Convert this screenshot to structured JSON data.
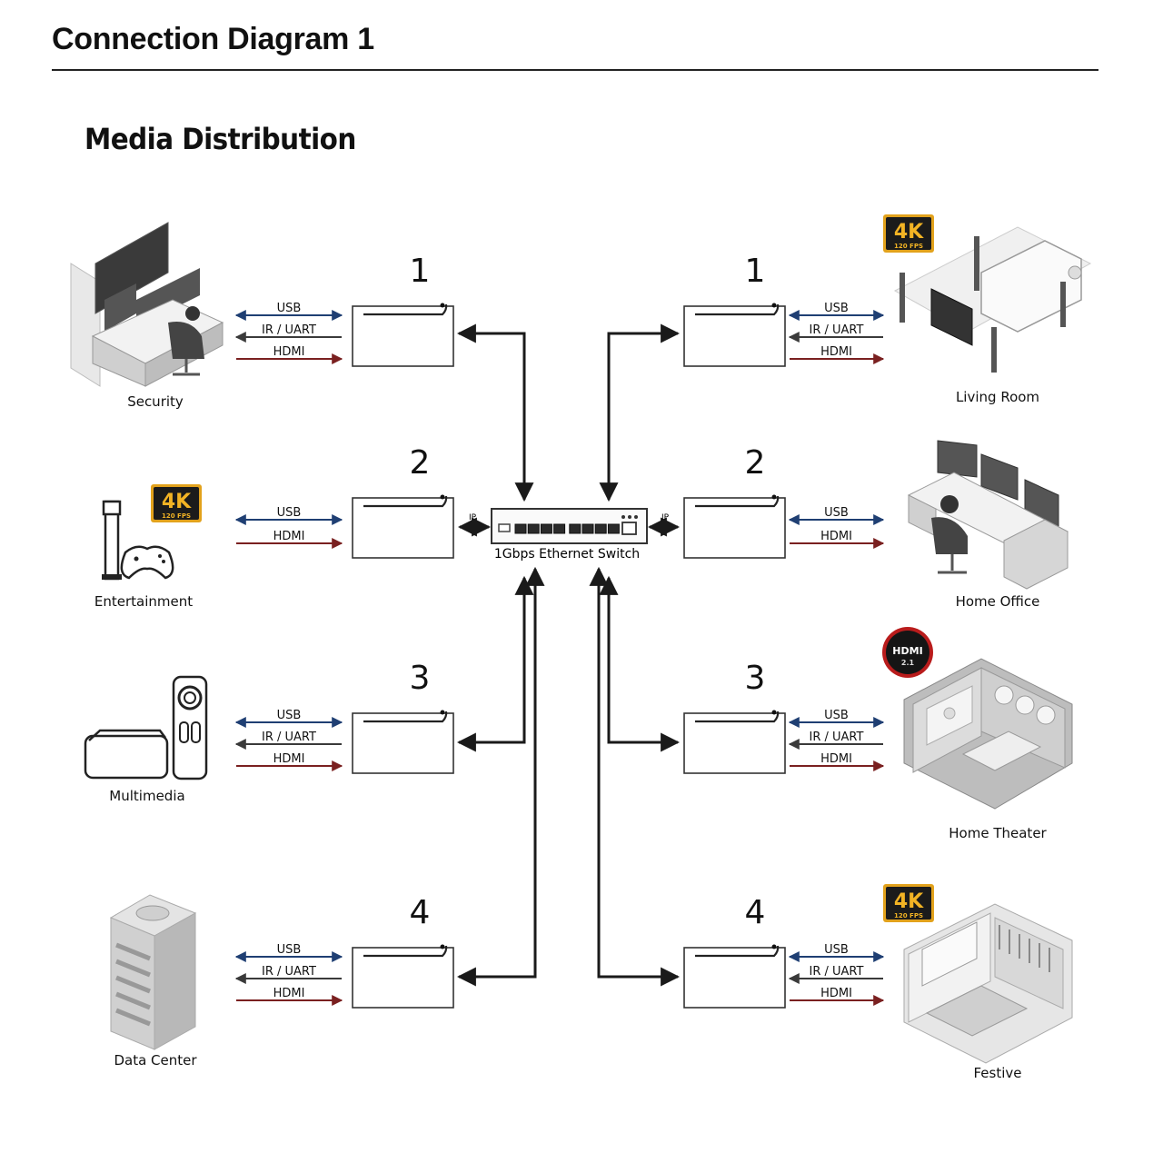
{
  "header": {
    "title": "Connection Diagram 1"
  },
  "subtitle": "Media Distribution",
  "switch": {
    "label": "1Gbps Ethernet Switch",
    "ip_label": "IP"
  },
  "badges": {
    "fourk_main": "4K",
    "fourk_sub": "120 FPS",
    "hdmi_main": "HDMI",
    "hdmi_sub": "2.1"
  },
  "colors": {
    "usb": "#1f3f73",
    "ir_uart": "#3a3a3a",
    "hdmi": "#7a2020",
    "network": "#1a1a1a",
    "badge_gold": "#e2a21c"
  },
  "left_units": [
    {
      "number": "1",
      "name": "Security",
      "icon": "security-desk-icon",
      "signals": [
        "USB",
        "IR / UART",
        "HDMI"
      ],
      "badge": ""
    },
    {
      "number": "2",
      "name": "Entertainment",
      "icon": "game-console-icon",
      "signals": [
        "USB",
        "HDMI"
      ],
      "badge": "4K"
    },
    {
      "number": "3",
      "name": "Multimedia",
      "icon": "media-player-icon",
      "signals": [
        "USB",
        "IR / UART",
        "HDMI"
      ],
      "badge": ""
    },
    {
      "number": "4",
      "name": "Data Center",
      "icon": "server-rack-icon",
      "signals": [
        "USB",
        "IR / UART",
        "HDMI"
      ],
      "badge": ""
    }
  ],
  "right_units": [
    {
      "number": "1",
      "name": "Living Room",
      "icon": "living-room-icon",
      "signals": [
        "USB",
        "IR / UART",
        "HDMI"
      ],
      "badge": "4K"
    },
    {
      "number": "2",
      "name": "Home Office",
      "icon": "home-office-icon",
      "signals": [
        "USB",
        "HDMI"
      ],
      "badge": ""
    },
    {
      "number": "3",
      "name": "Home Theater",
      "icon": "home-theater-icon",
      "signals": [
        "USB",
        "IR / UART",
        "HDMI"
      ],
      "badge": "HDMI"
    },
    {
      "number": "4",
      "name": "Festive",
      "icon": "festive-room-icon",
      "signals": [
        "USB",
        "IR / UART",
        "HDMI"
      ],
      "badge": "4K"
    }
  ]
}
